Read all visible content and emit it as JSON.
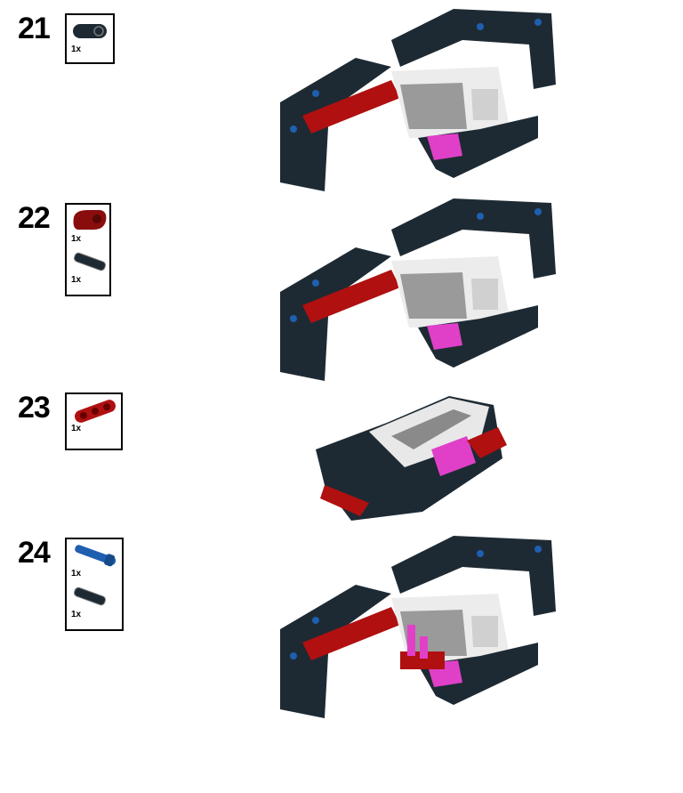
{
  "steps": [
    {
      "number": "21",
      "parts": [
        {
          "name": "dark-gray-beam-3",
          "color": "#1e2a33",
          "qty": "1x"
        }
      ]
    },
    {
      "number": "22",
      "parts": [
        {
          "name": "dark-red-cross-block",
          "color": "#8a0d0d",
          "qty": "1x"
        },
        {
          "name": "dark-gray-connector-pin",
          "color": "#1e2a33",
          "qty": "1x"
        }
      ]
    },
    {
      "number": "23",
      "parts": [
        {
          "name": "red-beam-3",
          "color": "#b01010",
          "qty": "1x"
        }
      ]
    },
    {
      "number": "24",
      "parts": [
        {
          "name": "blue-axle-pin",
          "color": "#1f5fb0",
          "qty": "1x"
        },
        {
          "name": "dark-gray-connector-pin",
          "color": "#1e2a33",
          "qty": "1x"
        }
      ]
    }
  ],
  "colors": {
    "frame": "#1e2a33",
    "brick": "#ececec",
    "red": "#b01010",
    "magenta": "#e040c8"
  }
}
